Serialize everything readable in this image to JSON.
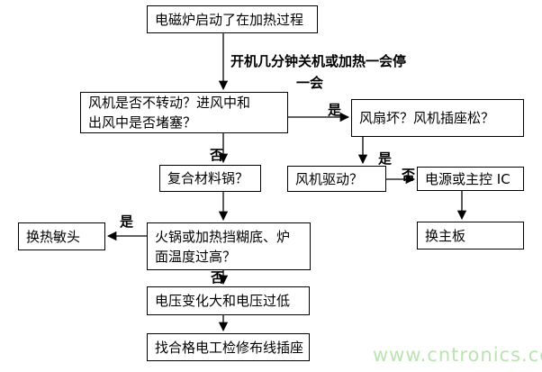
{
  "flowchart": {
    "nodes": [
      {
        "id": "start",
        "label": "电磁炉启动了在加热过程"
      },
      {
        "id": "fan-not-spinning",
        "label": "风机是否不转动？进风中和\n出风中是否堵塞？"
      },
      {
        "id": "fan-broken",
        "label": "风扇坏？风机插座松？"
      },
      {
        "id": "composite-pot",
        "label": "复合材料锅？"
      },
      {
        "id": "fan-drive",
        "label": "风机驱动？"
      },
      {
        "id": "power-or-main-ic",
        "label": "电源或主控 IC"
      },
      {
        "id": "replace-thermal-head",
        "label": "换热敏头"
      },
      {
        "id": "pot-overheat",
        "label": "火锅或加热挡糊底、炉\n面温度过高？"
      },
      {
        "id": "voltage-problem",
        "label": "电压变化大和电压过低"
      },
      {
        "id": "find-electrician",
        "label": "找合格电工检修布线插座"
      },
      {
        "id": "replace-mainboard",
        "label": "换主板"
      }
    ],
    "annotation": {
      "line1": "开机几分钟关机或加热一会停",
      "line2": "一会"
    },
    "edge_labels": {
      "yes": "是",
      "no": "否"
    }
  },
  "watermark": {
    "text": "www.cntronics.com",
    "color": "#bce3b2"
  }
}
